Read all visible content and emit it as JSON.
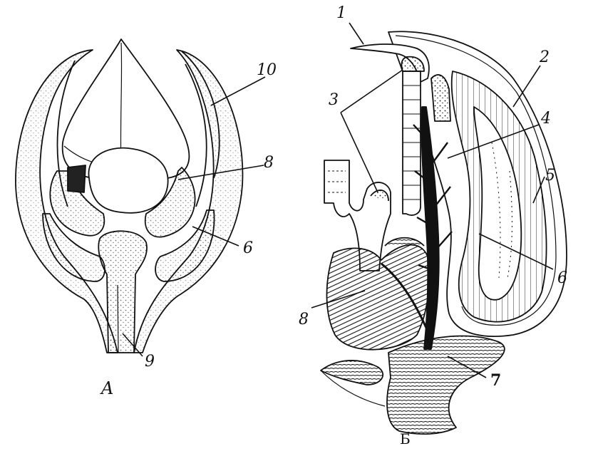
{
  "panels": {
    "left": {
      "caption": "A",
      "labels": {
        "l10": "10",
        "l8": "8",
        "l6": "6",
        "l9": "9"
      }
    },
    "right": {
      "caption": "Б",
      "labels": {
        "l1": "1",
        "l2": "2",
        "l3": "3",
        "l4": "4",
        "l5": "5",
        "l6": "6",
        "l7": "7",
        "l8": "8"
      }
    }
  },
  "colors": {
    "ink": "#111111",
    "paper": "#ffffff"
  }
}
